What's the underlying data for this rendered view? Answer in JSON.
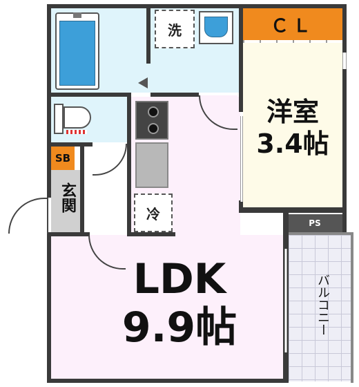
{
  "rooms": {
    "ldk": {
      "name": "LDK",
      "size": "9.9帖"
    },
    "western": {
      "name": "洋室",
      "size": "3.4帖"
    },
    "closet": {
      "label": "ＣＬ"
    },
    "balcony": {
      "label": "バルコニー"
    },
    "entrance": {
      "label": "玄関"
    }
  },
  "fixtures": {
    "washer": "洗",
    "fridge": "冷",
    "shoebox": "SB",
    "pipe_space": "PS"
  },
  "colors": {
    "wall": "#3a3a3a",
    "wet_area": "#dff4fb",
    "ldk": "#fdf0fb",
    "western": "#fefbe8",
    "closet": "#f08a1e",
    "balcony": "#eeeef6",
    "entrance": "#d0d0d0"
  }
}
